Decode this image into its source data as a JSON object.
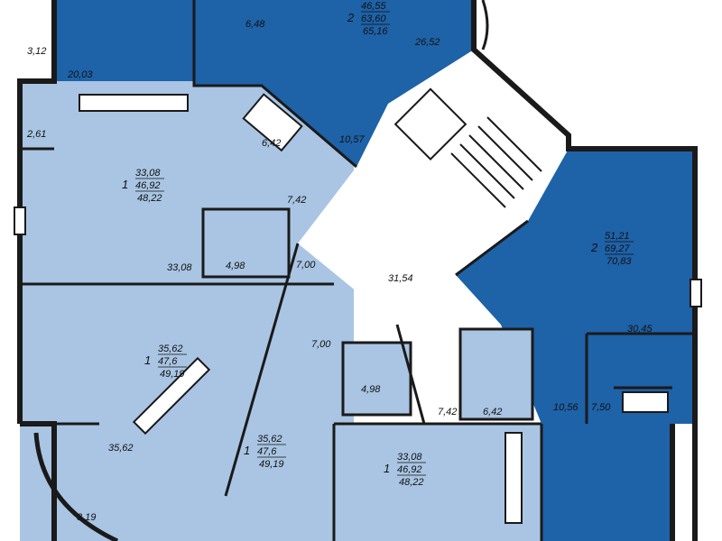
{
  "apartments": [
    {
      "id": "top-center",
      "rooms": "2",
      "living": "46,55",
      "total": "63,60",
      "with_balcony": "65,16",
      "color": "#1e62a8"
    },
    {
      "id": "top-left",
      "rooms": "1",
      "living": "33,08",
      "total": "46,92",
      "with_balcony": "48,22",
      "color": "#a9c5e3"
    },
    {
      "id": "right",
      "rooms": "2",
      "living": "51,21",
      "total": "69,27",
      "with_balcony": "70,83",
      "color": "#1e62a8"
    },
    {
      "id": "left-middle",
      "rooms": "1",
      "living": "35,62",
      "total": "47,6",
      "with_balcony": "49,19",
      "color": "#a9c5e3"
    },
    {
      "id": "bottom-center",
      "rooms": "1",
      "living": "35,62",
      "total": "47,6",
      "with_balcony": "49,19",
      "color": "#a9c5e3"
    },
    {
      "id": "bottom-right",
      "rooms": "1",
      "living": "33,08",
      "total": "46,92",
      "with_balcony": "48,22",
      "color": "#a9c5e3"
    }
  ],
  "room_areas": [
    "3,12",
    "20,03",
    "6,48",
    "26,52",
    "2,61",
    "6,42",
    "10,57",
    "7,42",
    "33,08",
    "4,98",
    "7,00",
    "31,54",
    "30,45",
    "7,00",
    "4,98",
    "7,42",
    "6,42",
    "10,56",
    "7,50",
    "35,62",
    "3,19"
  ],
  "colors": {
    "dark_blue": "#1e62a8",
    "light_blue": "#a9c5e3",
    "wall": "#1a1a1a",
    "common": "#ffffff"
  }
}
